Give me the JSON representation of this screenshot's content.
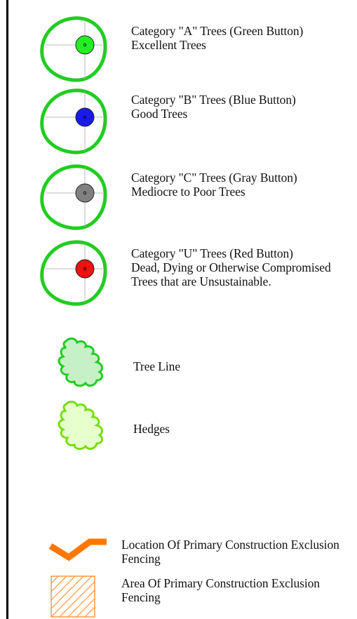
{
  "legend": {
    "items": [
      {
        "id": "cat-a",
        "line1": "Category \"A\" Trees (Green Button)",
        "line2": "Excellent Trees",
        "button_color": "#22ee22"
      },
      {
        "id": "cat-b",
        "line1": "Category \"B\" Trees (Blue Button)",
        "line2": "Good Trees",
        "button_color": "#1a1aee"
      },
      {
        "id": "cat-c",
        "line1": "Category \"C\" Trees (Gray Button)",
        "line2": "Mediocre to Poor Trees",
        "button_color": "#808080"
      },
      {
        "id": "cat-u",
        "line1": "Category \"U\" Trees (Red Button)",
        "line2": "Dead, Dying or Otherwise Compromised",
        "line3": "Trees that are Unsustainable.",
        "button_color": "#ee1111"
      }
    ],
    "tree_line": {
      "label": "Tree Line",
      "fill": "#c6f0c6",
      "stroke": "#22cc22"
    },
    "hedges": {
      "label": "Hedges",
      "fill": "#e6ffcc",
      "stroke": "#77dd11"
    },
    "fencing_line": {
      "line1": "Location Of Primary Construction Exclusion",
      "line2": "Fencing",
      "color": "#ff7700"
    },
    "fencing_area": {
      "line1": "Area Of Primary Construction Exclusion",
      "line2": "Fencing",
      "color": "#ff9944"
    },
    "canopy_color": "#22cc22"
  }
}
